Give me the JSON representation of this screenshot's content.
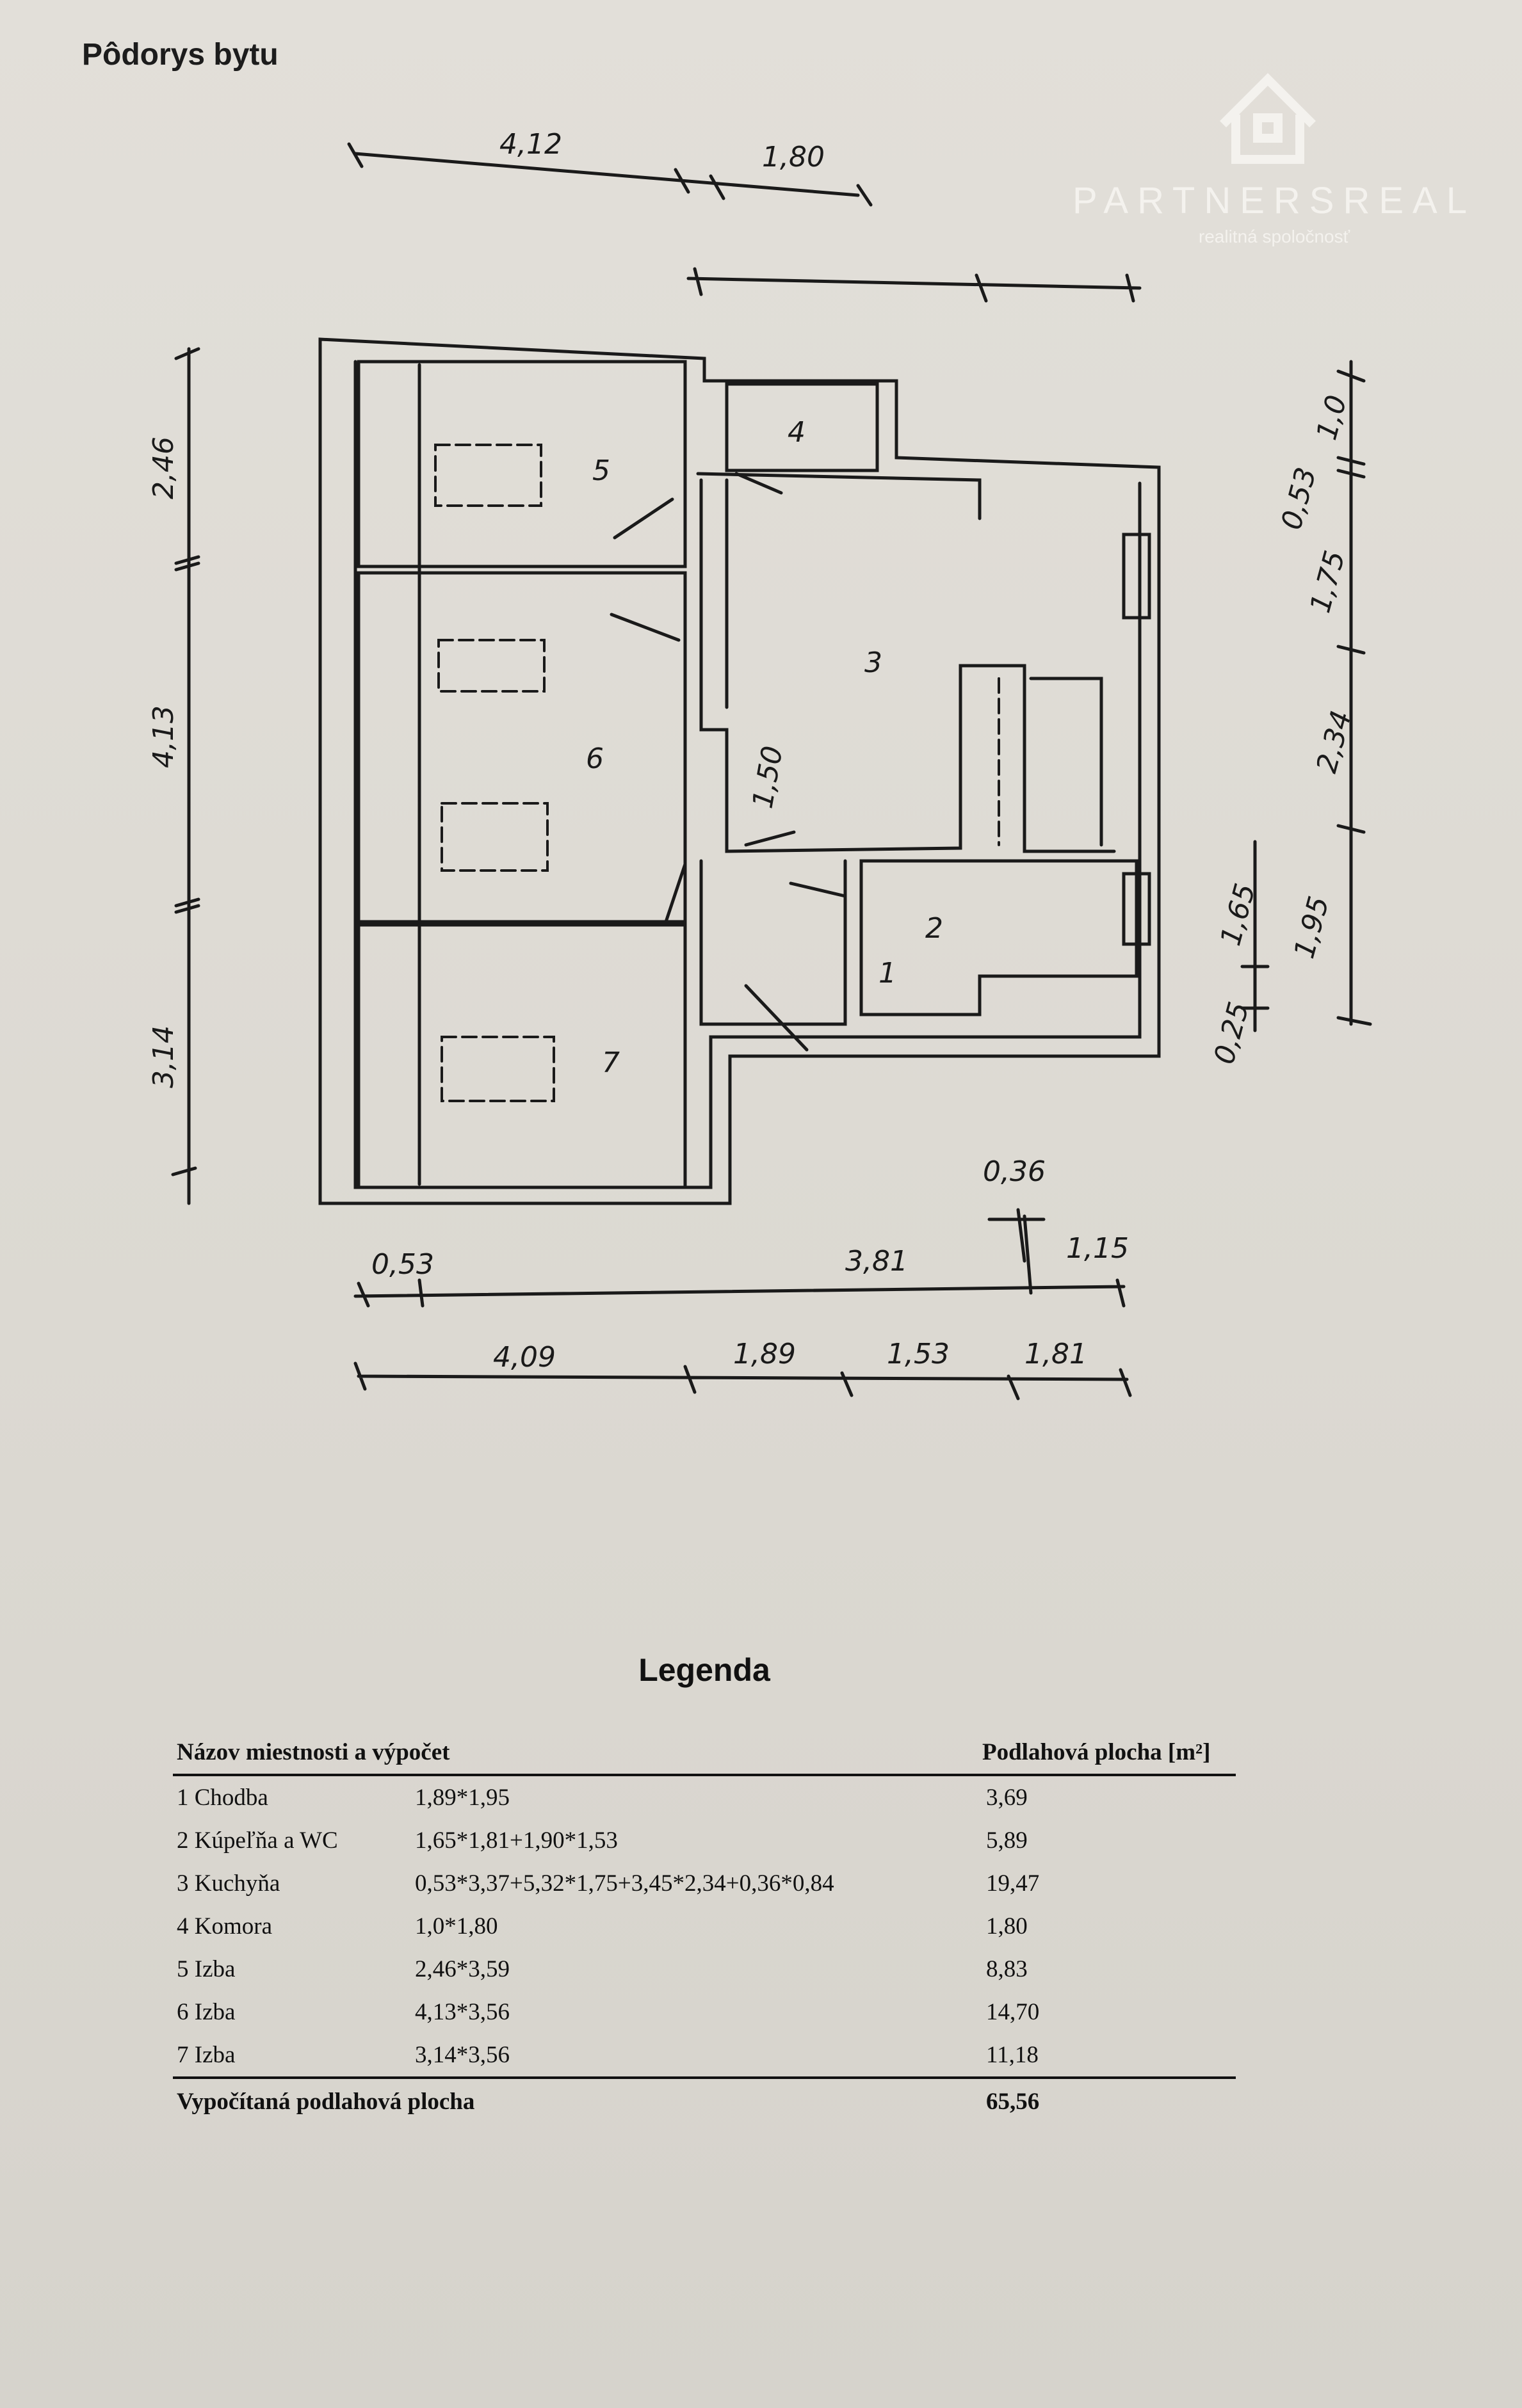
{
  "page": {
    "title": "Pôdorys bytu"
  },
  "logo": {
    "name": "PARTNERSREAL",
    "tagline": "realitná spoločnosť"
  },
  "plan": {
    "rooms": [
      {
        "id": "1",
        "label": "1"
      },
      {
        "id": "2",
        "label": "2"
      },
      {
        "id": "3",
        "label": "3"
      },
      {
        "id": "4",
        "label": "4"
      },
      {
        "id": "5",
        "label": "5"
      },
      {
        "id": "6",
        "label": "6"
      },
      {
        "id": "7",
        "label": "7"
      }
    ],
    "dimensions": {
      "top_a": "4,12",
      "top_b": "1,80",
      "left_a": "2,46",
      "left_b": "4,13",
      "left_c": "3,14",
      "right_a": "1,0",
      "right_b": "0,53",
      "right_c": "1,75",
      "right_d": "2,34",
      "right_e": "1,65",
      "right_f": "1,95",
      "right_g": "0,25",
      "inner": "1,50",
      "bottom_a": "0,53",
      "bottom_b": "3,81",
      "bottom_c": "0,36",
      "bottom_d": "1,15",
      "bottom_e": "4,09",
      "bottom_f": "1,89",
      "bottom_g": "1,53",
      "bottom_h": "1,81"
    }
  },
  "legend": {
    "title": "Legenda",
    "col_name": "Názov miestnosti a výpočet",
    "col_area": "Podlahová plocha [m²]",
    "rows": [
      {
        "name": "1 Chodba",
        "calc": "1,89*1,95",
        "area": "3,69"
      },
      {
        "name": "2 Kúpeľňa a WC",
        "calc": "1,65*1,81+1,90*1,53",
        "area": "5,89"
      },
      {
        "name": "3 Kuchyňa",
        "calc": "0,53*3,37+5,32*1,75+3,45*2,34+0,36*0,84",
        "area": "19,47"
      },
      {
        "name": "4 Komora",
        "calc": "1,0*1,80",
        "area": "1,80"
      },
      {
        "name": "5 Izba",
        "calc": "2,46*3,59",
        "area": "8,83"
      },
      {
        "name": "6 Izba",
        "calc": "4,13*3,56",
        "area": "14,70"
      },
      {
        "name": "7 Izba",
        "calc": "3,14*3,56",
        "area": "11,18"
      }
    ],
    "total_label": "Vypočítaná podlahová plocha",
    "total_area": "65,56"
  }
}
